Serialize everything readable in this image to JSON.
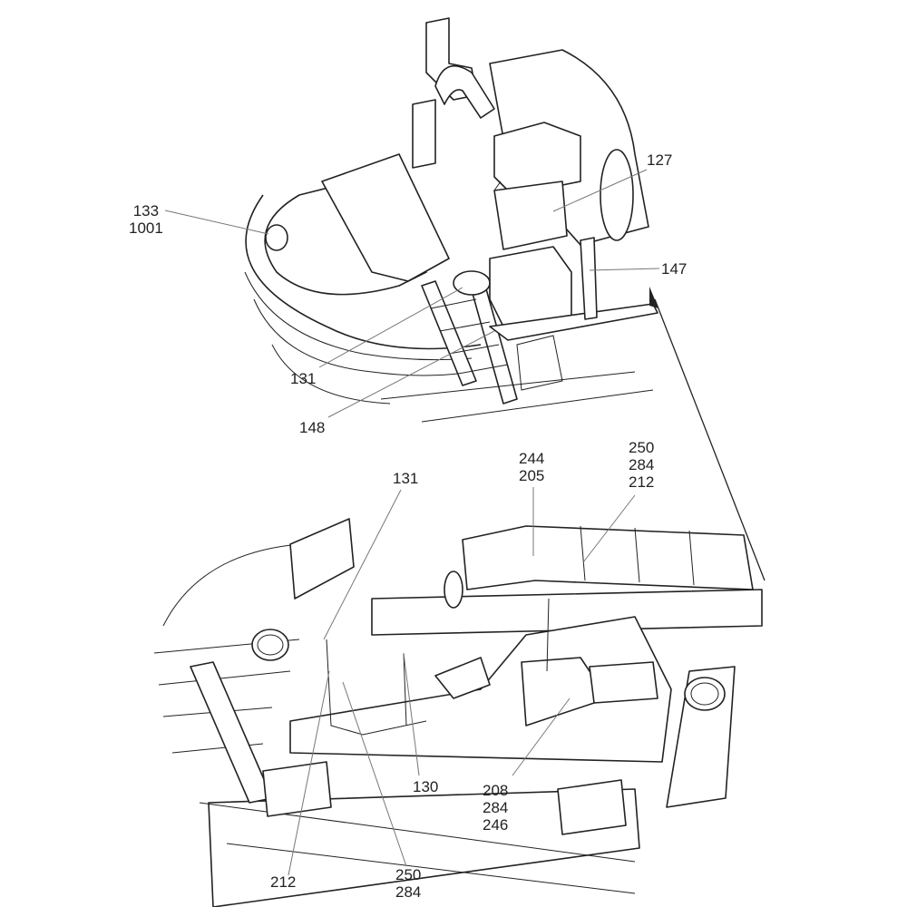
{
  "diagram": {
    "type": "exploded-parts-diagram",
    "views": [
      {
        "id": "upper-view",
        "description": "Machine deck assembly with battery, lights and ladder"
      },
      {
        "id": "lower-view",
        "description": "Detail of rear frame with work lights and wiring"
      }
    ],
    "callouts_upper": [
      {
        "id": "c133",
        "lines": [
          "133",
          "1001"
        ]
      },
      {
        "id": "c127",
        "lines": [
          "127"
        ]
      },
      {
        "id": "c147",
        "lines": [
          "147"
        ]
      },
      {
        "id": "c131a",
        "lines": [
          "131"
        ]
      },
      {
        "id": "c148",
        "lines": [
          "148"
        ]
      }
    ],
    "callouts_lower": [
      {
        "id": "c131b",
        "lines": [
          "131"
        ]
      },
      {
        "id": "c244",
        "lines": [
          "244",
          "205"
        ]
      },
      {
        "id": "c250a",
        "lines": [
          "250",
          "284",
          "212"
        ]
      },
      {
        "id": "c130",
        "lines": [
          "130"
        ]
      },
      {
        "id": "c208",
        "lines": [
          "208",
          "284",
          "246"
        ]
      },
      {
        "id": "c212",
        "lines": [
          "212"
        ]
      },
      {
        "id": "c250b",
        "lines": [
          "250",
          "284"
        ]
      }
    ]
  }
}
